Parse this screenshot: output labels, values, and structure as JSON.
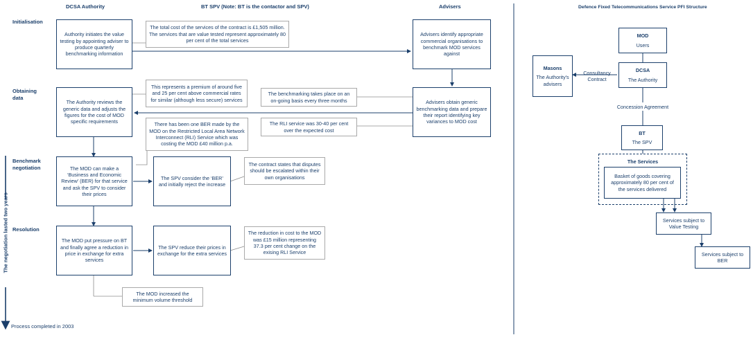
{
  "columns": {
    "authority": "DCSA Authority",
    "spv": "BT SPV (Note: BT is the contactor and SPV)",
    "advisers": "Advisers",
    "structure_title": "Defence Fixed Telecommunications Service PFI Structure"
  },
  "stages": {
    "initialisation": "Initialisation",
    "obtaining": "Obtaining\ndata",
    "benchmark": "Benchmark\nnegotiation",
    "resolution": "Resolution"
  },
  "timeline": {
    "duration": "The negotiation lasted two years",
    "completed": "Process completed in 2003"
  },
  "boxes": {
    "auth_init": "Authority initiates the value testing by appointing adviser to produce quarterly benchmarking information",
    "note_total_cost": "The total cost of the services of the contract is £1,505 million. The services that are value tested represent approximately 80 per cent of the total services",
    "adv_identify": "Advisers identify appropriate commercial organisations to benchmark MOD services against",
    "note_premium": "This represents a premium of around five and 25 per cent above commercial rates for similar (although less secure) services",
    "note_benchmark_freq": "The benchmarking takes place on an on-going basis every three months",
    "auth_review": "The Authority reviews the generic data and adjusts the figures for the cost of MOD specific requirements",
    "adv_obtain": "Advisers obtain generic benchmarking data and prepare their report identifying key variances to MOD cost",
    "note_one_ber": "There has been one BER made by the MOD on the Restricted Local Area Network Interconnect (RLI) Service which was costing the MOD £40 million p.a.",
    "note_rli_cost": "The RLI service was 30-40 per cent over the expected cost",
    "mod_ber": "The MOD can make a ‘Business and Economic Review’ (BER) for that service and ask the SPV to consider their prices",
    "spv_reject": "The SPV consider the ‘BER’ and initially reject the increase",
    "note_disputes": "The contract states that disputes should be escalated within their own organisations",
    "mod_pressure": "The MOD put pressure on BT and finally agree a reduction in price in exchange for extra services",
    "spv_reduce": "The SPV reduce their prices in exchange for the extra services",
    "note_reduction": "The reduction in cost to the MOD was £15 million representing 37.3 per cent change on the exising RLI Service",
    "note_min_volume": "The MOD increased the minimum volume threshold"
  },
  "structure": {
    "mod_title": "MOD",
    "mod_sub": "Users",
    "masons_title": "Masons",
    "masons_sub": "The Authority's advisers",
    "consultancy": "Consultancy\nContract",
    "dcsa_title": "DCSA",
    "dcsa_sub": "The Authority",
    "concession": "Concession Agreement",
    "bt_title": "BT",
    "bt_sub": "The SPV",
    "services_title": "The Services",
    "basket": "Basket of goods covering approximately 80 per cent of the services delivered",
    "value_testing": "Services subject to Value Testing",
    "subject_ber": "Services subject to BER"
  },
  "colors": {
    "primary": "#1b3f6b",
    "note_border": "#a9a9a9",
    "connector": "#8c8c8c"
  }
}
